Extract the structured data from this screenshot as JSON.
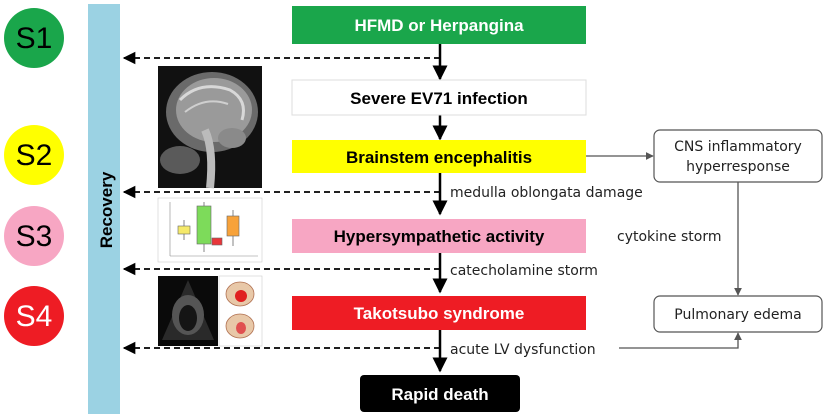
{
  "stages": [
    {
      "label": "S1",
      "color": "#1aa64b",
      "text_color": "#000000"
    },
    {
      "label": "S2",
      "color": "#ffff00",
      "text_color": "#000000"
    },
    {
      "label": "S3",
      "color": "#f7a6c3",
      "text_color": "#000000"
    },
    {
      "label": "S4",
      "color": "#ee1c24",
      "text_color": "#ffffff"
    }
  ],
  "recovery_label": "Recovery",
  "boxes": [
    {
      "label": "HFMD or Herpangina",
      "fill": "#1aa64b",
      "text_color": "#ffffff"
    },
    {
      "label": "Severe EV71 infection",
      "fill": "#ffffff",
      "text_color": "#000000"
    },
    {
      "label": "Brainstem encephalitis",
      "fill": "#ffff00",
      "text_color": "#000000"
    },
    {
      "label": "Hypersympathetic activity",
      "fill": "#f7a6c3",
      "text_color": "#000000"
    },
    {
      "label": "Takotsubo syndrome",
      "fill": "#ee1c24",
      "text_color": "#ffffff"
    },
    {
      "label": "Rapid death",
      "fill": "#000000",
      "text_color": "#ffffff"
    }
  ],
  "side_boxes": {
    "cns": {
      "line1": "CNS inflammatory",
      "line2": "hyperresponse"
    },
    "edema": {
      "label": "Pulmonary edema"
    }
  },
  "labels": {
    "medulla": "medulla oblongata damage",
    "catecholamine": "catecholamine storm",
    "lv": "acute LV dysfunction",
    "cytokine": "cytokine storm"
  },
  "colors": {
    "recovery_bar": "#9bd2e3",
    "arrow": "#000000",
    "side_arrow": "#555555"
  }
}
